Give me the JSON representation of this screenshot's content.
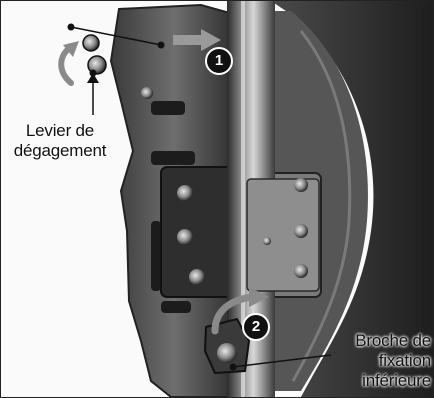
{
  "labels": {
    "release_lever": [
      "Levier de",
      "dégagement"
    ],
    "lower_pin": [
      "Broche de",
      "fixation",
      "inférieure"
    ]
  },
  "steps": [
    "1",
    "2"
  ],
  "colors": {
    "arrow": "#8a8a8a",
    "badge": "#111111",
    "pointer": "#111111"
  },
  "icons": [
    "rotate-arrow-icon",
    "pull-arrow-icon",
    "curved-arrow-icon"
  ]
}
